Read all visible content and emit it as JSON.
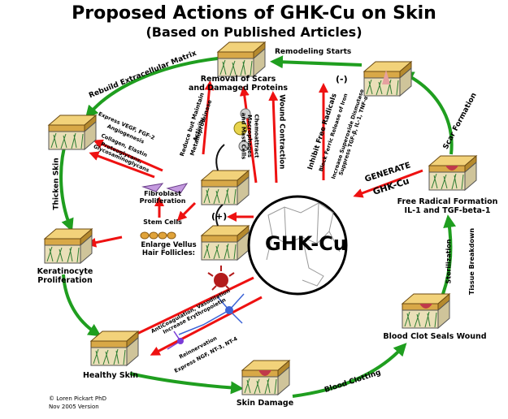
{
  "title": "Proposed Actions of GHK-Cu on Skin",
  "subtitle": "(Based on Published Articles)",
  "center_label": "GHK-Cu",
  "cycle": {
    "rebuild_ecm": "Rebuild Extracellular Matrix",
    "remodeling_starts": "Remodeling Starts",
    "scar_formation": "Scar Formation",
    "thicken_skin": "Thicken Skin",
    "sterilization": "Sterilization",
    "tissue_breakdown": "Tissue Breakdown",
    "blood_clotting": "Blood Clotting"
  },
  "nodes": {
    "removal_scars": [
      "Removal of Scars",
      "and Damaged Proteins"
    ],
    "free_radical": [
      "Free Radical Formation",
      "IL-1 and TGF-beta-1"
    ],
    "blood_clot": "Blood Clot Seals Wound",
    "skin_damage": "Skin Damage",
    "healthy_skin": "Healthy Skin",
    "keratinocyte": [
      "Keratinocyte",
      "Proliferation"
    ]
  },
  "actions": {
    "minus": "(-)",
    "plus": "(+)",
    "generate": "GENERATE",
    "generate_ghk": "GHK-Cu",
    "inhibit": [
      "Inhibit Free Radicals",
      "Block Ferric Release of Iron",
      "Increase Superoxide Dismutase",
      "Suppress TGF-β, IL-1, TNF-α"
    ],
    "wound_contraction": "Wound Contraction",
    "chemoattract": [
      "Chemoattract",
      "Macrophages",
      "and Mast Cells"
    ],
    "reduce_maintain": [
      "Reduce but Maintain",
      "Metalloproteinase",
      "Activity"
    ],
    "express_vegf": [
      "Express VEGF, FGF-2",
      "Angiogenesis"
    ],
    "collagen": [
      "Collagen, Elastin",
      "Proteoglycans,",
      "Glycosaminoglycans"
    ],
    "fibroblast": [
      "Fibroblast",
      "Proliferation"
    ],
    "stem_cells": "Stem Cells",
    "enlarge_follicles": [
      "Enlarge Vellus",
      "Hair Follicles:"
    ],
    "anticoagulation": [
      "AntiCoagulation, Vasodilation",
      "Increase Erythropoietin"
    ],
    "reinnervation": [
      "Reinnervation",
      "Express NGF, NT-3, NT-4"
    ]
  },
  "credit": [
    "© Loren Pickart PhD",
    "Nov 2005 Version"
  ],
  "colors": {
    "green": "#1f9e1f",
    "red": "#ee1111",
    "skin": "#e9c46a",
    "wound": "#c0394a"
  }
}
